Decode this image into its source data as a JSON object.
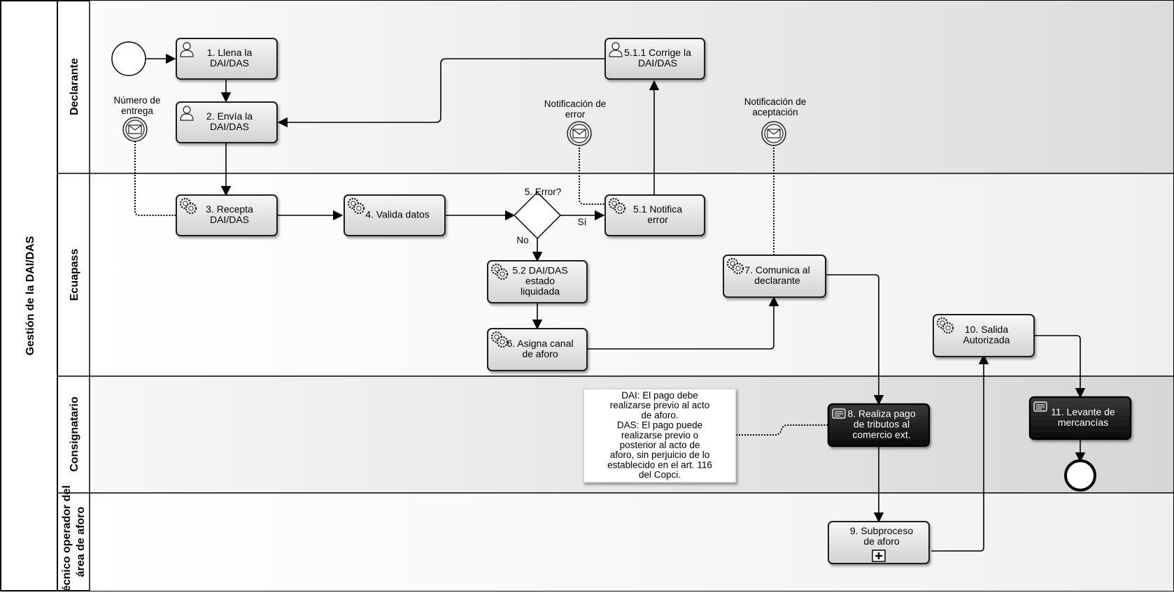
{
  "pool": {
    "label": "Gestión de la DAI/DAS"
  },
  "lanes": [
    {
      "id": "declarante",
      "label": "Declarante"
    },
    {
      "id": "ecuapass",
      "label": "Ecuapass"
    },
    {
      "id": "consignatario",
      "label": "Consignatario"
    },
    {
      "id": "tecnico",
      "label_line1": "Técnico operador del",
      "label_line2": "área de aforo"
    }
  ],
  "tasks": {
    "t1": {
      "lines": [
        "1. Llena la",
        "DAI/DAS"
      ],
      "icon": "user-icon"
    },
    "t2": {
      "lines": [
        "2. Envía la",
        "DAI/DAS"
      ],
      "icon": "user-icon"
    },
    "t3": {
      "lines": [
        "3. Recepta",
        "DAI/DAS"
      ],
      "icon": "service-gear-icon"
    },
    "t4": {
      "lines": [
        "4. Valida datos"
      ],
      "icon": "service-gear-icon"
    },
    "t511": {
      "lines": [
        "5.1.1 Corrige la",
        "DAI/DAS"
      ],
      "icon": "user-icon"
    },
    "t51": {
      "lines": [
        "5.1 Notifica",
        "error"
      ],
      "icon": "service-gear-icon"
    },
    "t52": {
      "lines": [
        "5.2 DAI/DAS",
        "estado",
        "liquidada"
      ],
      "icon": "service-gear-icon"
    },
    "t6": {
      "lines": [
        "6. Asigna canal",
        "de aforo"
      ],
      "icon": "service-gear-icon"
    },
    "t7": {
      "lines": [
        "7. Comunica al",
        "declarante"
      ],
      "icon": "service-gear-icon"
    },
    "t8": {
      "lines": [
        "8. Realiza pago",
        "de tributos al",
        "comercio ext."
      ],
      "icon": "manual-task-icon"
    },
    "t9": {
      "lines": [
        "9. Subproceso",
        "de aforo"
      ],
      "icon": "subprocess-plus-icon"
    },
    "t10": {
      "lines": [
        "10. Salida",
        "Autorizada"
      ],
      "icon": "service-gear-icon"
    },
    "t11": {
      "lines": [
        "11. Levante de",
        "mercancías"
      ],
      "icon": "manual-task-icon"
    }
  },
  "gateway": {
    "label": "5. Error?",
    "yes_label": "Sí",
    "no_label": "No"
  },
  "messages": {
    "m1": {
      "lines": [
        "Número de",
        "entrega"
      ]
    },
    "m2": {
      "lines": [
        "Notificación de",
        "error"
      ]
    },
    "m3": {
      "lines": [
        "Notificación de",
        "aceptación"
      ]
    }
  },
  "annotation": {
    "lines": [
      "DAI: El pago debe",
      "realizarse previo al acto",
      "de aforo.",
      "DAS: El pago puede",
      "realizarse previo o",
      "posterior al acto de",
      "aforo, sin perjuicio de lo",
      "establecido en el art. 116",
      "del Copci."
    ]
  },
  "colors": {
    "lane_band": "#dcdcdc",
    "task_fill": "#eeeeee",
    "dark_task": "#222222"
  }
}
